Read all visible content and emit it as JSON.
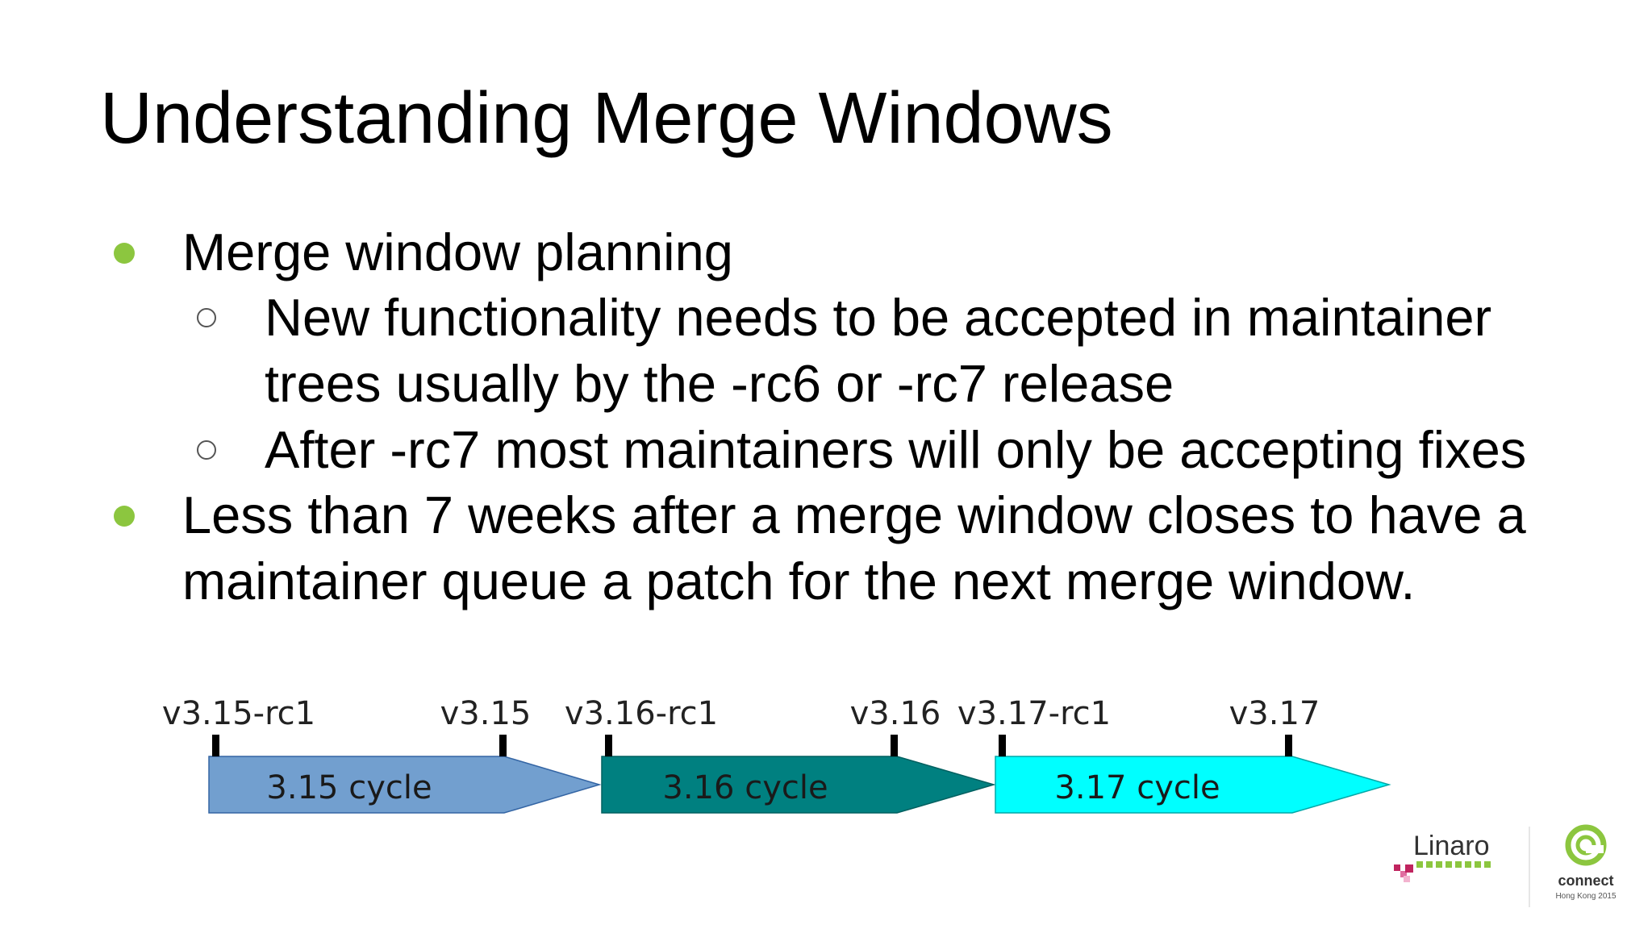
{
  "slide": {
    "title": "Understanding Merge Windows",
    "bullets": [
      {
        "text": "Merge window planning",
        "sub": [
          {
            "lines": [
              "New functionality needs to be accepted in maintainer",
              "trees usually by the -rc6 or -rc7 release"
            ]
          },
          {
            "lines": [
              "After -rc7 most maintainers will only be accepting fixes"
            ]
          }
        ]
      },
      {
        "lines": [
          "Less than 7 weeks after a merge window closes to have a",
          "maintainer queue a patch for the next merge window."
        ]
      }
    ]
  },
  "timeline": {
    "cycles": [
      {
        "label": "3.15 cycle",
        "start_tag": "v3.15-rc1",
        "end_tag": "v3.15",
        "color": "#729fcf"
      },
      {
        "label": "3.16 cycle",
        "start_tag": "v3.16-rc1",
        "end_tag": "v3.16",
        "color": "#008080"
      },
      {
        "label": "3.17 cycle",
        "start_tag": "v3.17-rc1",
        "end_tag": "v3.17",
        "color": "#00ffff"
      }
    ]
  },
  "logos": {
    "linaro": "Linaro",
    "connect": "connect",
    "event": "Hong Kong 2015",
    "colors": {
      "bullet": "#8cc63f",
      "linaro_green": "#8cc63f",
      "linaro_magenta": "#c0245f"
    }
  }
}
